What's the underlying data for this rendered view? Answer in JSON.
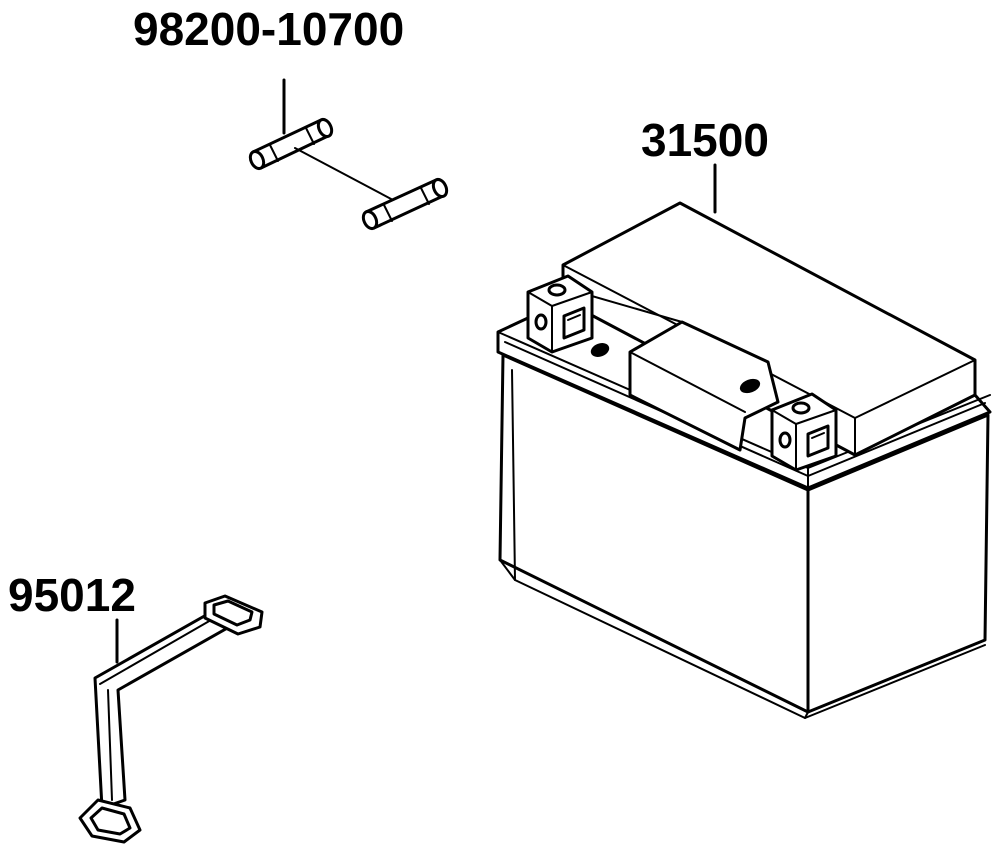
{
  "parts": {
    "fuse": {
      "part_number": "98200-10700"
    },
    "battery": {
      "part_number": "31500"
    },
    "band": {
      "part_number": "95012"
    }
  },
  "colors": {
    "line": "#000000",
    "background": "#ffffff"
  }
}
